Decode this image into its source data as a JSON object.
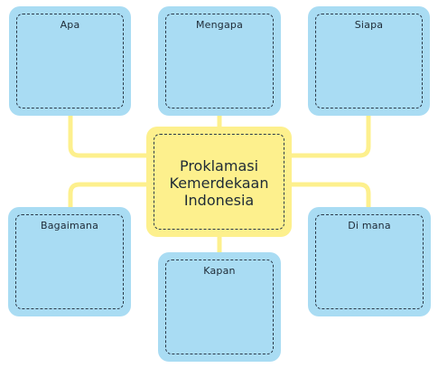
{
  "diagram": {
    "center": {
      "title": "Proklamasi\nKemerdekaan\nIndonesia"
    },
    "nodes": [
      {
        "id": "apa",
        "label": "Apa"
      },
      {
        "id": "mengapa",
        "label": "Mengapa"
      },
      {
        "id": "siapa",
        "label": "Siapa"
      },
      {
        "id": "bagaimana",
        "label": "Bagaimana"
      },
      {
        "id": "kapan",
        "label": "Kapan"
      },
      {
        "id": "di-mana",
        "label": "Di mana"
      }
    ],
    "colors": {
      "node_fill": "#a9dcf3",
      "center_fill": "#fdf08d",
      "connector": "#fdf08d",
      "dashed_border": "#2a3a4a"
    }
  }
}
